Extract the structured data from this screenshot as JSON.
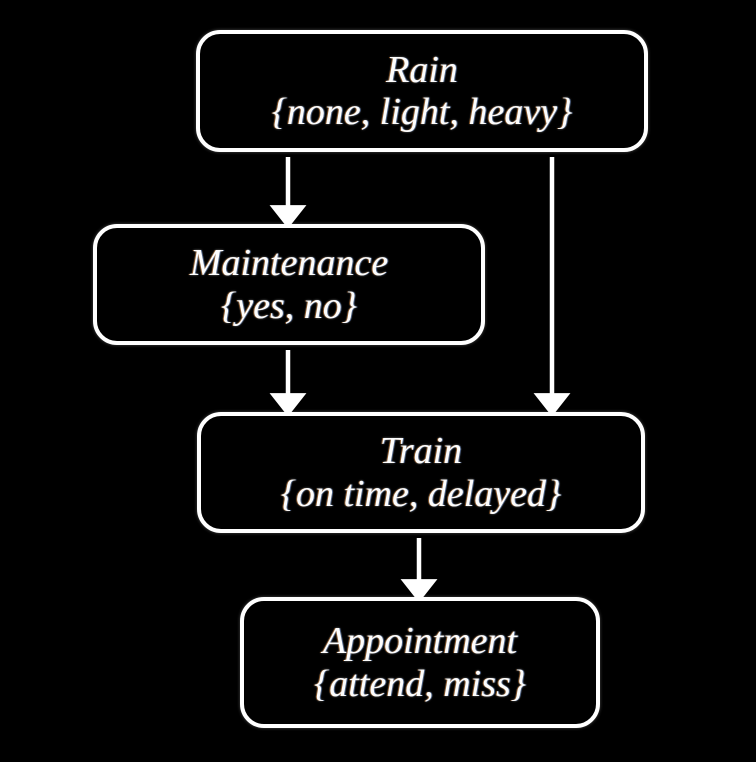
{
  "diagram": {
    "type": "bayesian-network",
    "title": "Rain / Maintenance / Train / Appointment network",
    "background_color": "#000000",
    "node_stroke_color": "#ffffff",
    "text_color": "#fdfdfd",
    "edge_color": "#ffffff",
    "nodes": [
      {
        "id": "rain",
        "name": "Rain",
        "states_text": "{none, light, heavy}",
        "states": [
          "none",
          "light",
          "heavy"
        ]
      },
      {
        "id": "maintenance",
        "name": "Maintenance",
        "states_text": "{yes, no}",
        "states": [
          "yes",
          "no"
        ]
      },
      {
        "id": "train",
        "name": "Train",
        "states_text": "{on time, delayed}",
        "states": [
          "on time",
          "delayed"
        ]
      },
      {
        "id": "appointment",
        "name": "Appointment",
        "states_text": "{attend, miss}",
        "states": [
          "attend",
          "miss"
        ]
      }
    ],
    "edges": [
      {
        "id": "rain-to-maintenance",
        "from": "Rain",
        "to": "Maintenance"
      },
      {
        "id": "rain-to-train",
        "from": "Rain",
        "to": "Train"
      },
      {
        "id": "maintenance-to-train",
        "from": "Maintenance",
        "to": "Train"
      },
      {
        "id": "train-to-appointment",
        "from": "Train",
        "to": "Appointment"
      }
    ]
  }
}
